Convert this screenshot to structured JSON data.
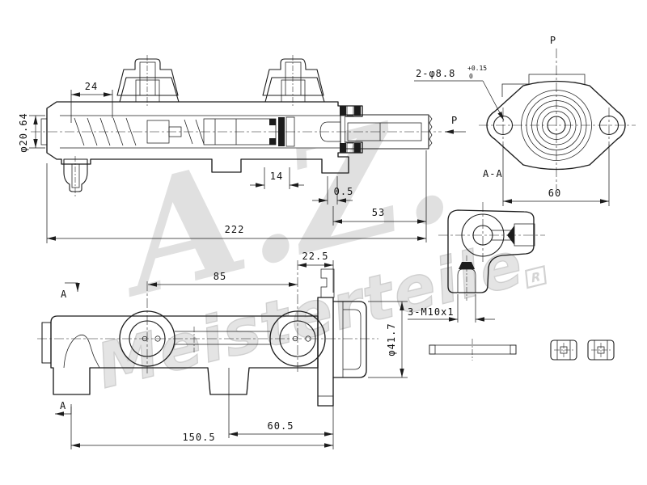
{
  "watermark": {
    "script": "A.Z.",
    "brand": "Meisterteile",
    "registered": "R",
    "color": "#e0e0e0"
  },
  "main_view": {
    "dim_reservoir_offset": "24",
    "dim_bore_dia": "φ20.64",
    "dim_port_width": "14",
    "dim_step": "0.5",
    "dim_pushrod": "53",
    "dim_overall": "222",
    "pressure_label": "P"
  },
  "flange_view": {
    "view_label": "P",
    "hole_note": "2-φ8.8",
    "hole_tol_upper": "+0.15",
    "hole_tol_lower": "0",
    "dim_bolt_spacing": "60",
    "section_label": "A-A"
  },
  "bracket_view": {
    "thread_note": "3-M10x1"
  },
  "bottom_view": {
    "dim_port_spacing": "85",
    "dim_flange": "22.5",
    "dim_end_dia": "φ41.7",
    "dim_leg": "60.5",
    "dim_overall": "150.5",
    "section_arrow_top": "A",
    "section_arrow_bottom": "A"
  }
}
